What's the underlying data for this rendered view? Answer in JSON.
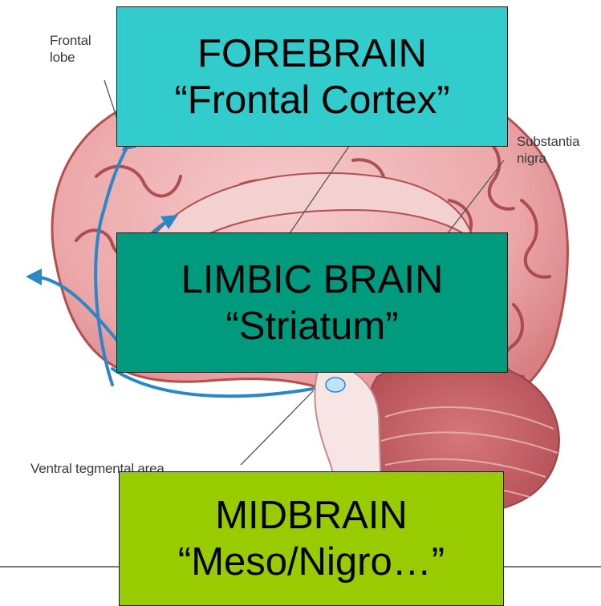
{
  "labels": {
    "frontal_lobe": [
      "Frontal",
      "lobe"
    ],
    "substantia_nigra": [
      "Substantia",
      "nigra"
    ],
    "ventral_tegmental_area": "Ventral tegmental area"
  },
  "boxes": {
    "forebrain": {
      "title": "FOREBRAIN",
      "subtitle": "“Frontal Cortex”",
      "color": "#33cccc"
    },
    "limbic": {
      "title": "LIMBIC BRAIN",
      "subtitle": "“Striatum”",
      "color": "#009a7e"
    },
    "midbrain": {
      "title": "MIDBRAIN",
      "subtitle": "“Meso/Nigro…”",
      "color": "#99cc00"
    }
  },
  "colors": {
    "brain_tissue": "#efb3b3",
    "brain_outline": "#b3504f",
    "gyri_lines": "#a23d40",
    "cerebellum": "#c45e62",
    "brainstem": "#f7e4e4",
    "pathway_arrows": "#2b87c6"
  }
}
